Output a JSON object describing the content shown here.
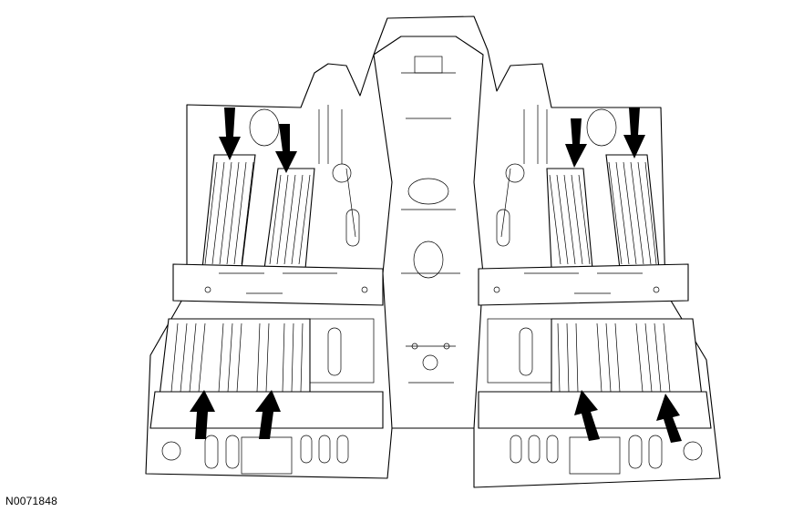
{
  "figure": {
    "id_label": "N0071848",
    "subject": "floor-pan-line-drawing",
    "arrow_color": "#000000",
    "line_color": "#000000",
    "background": "#ffffff",
    "arrow_count": 8
  }
}
